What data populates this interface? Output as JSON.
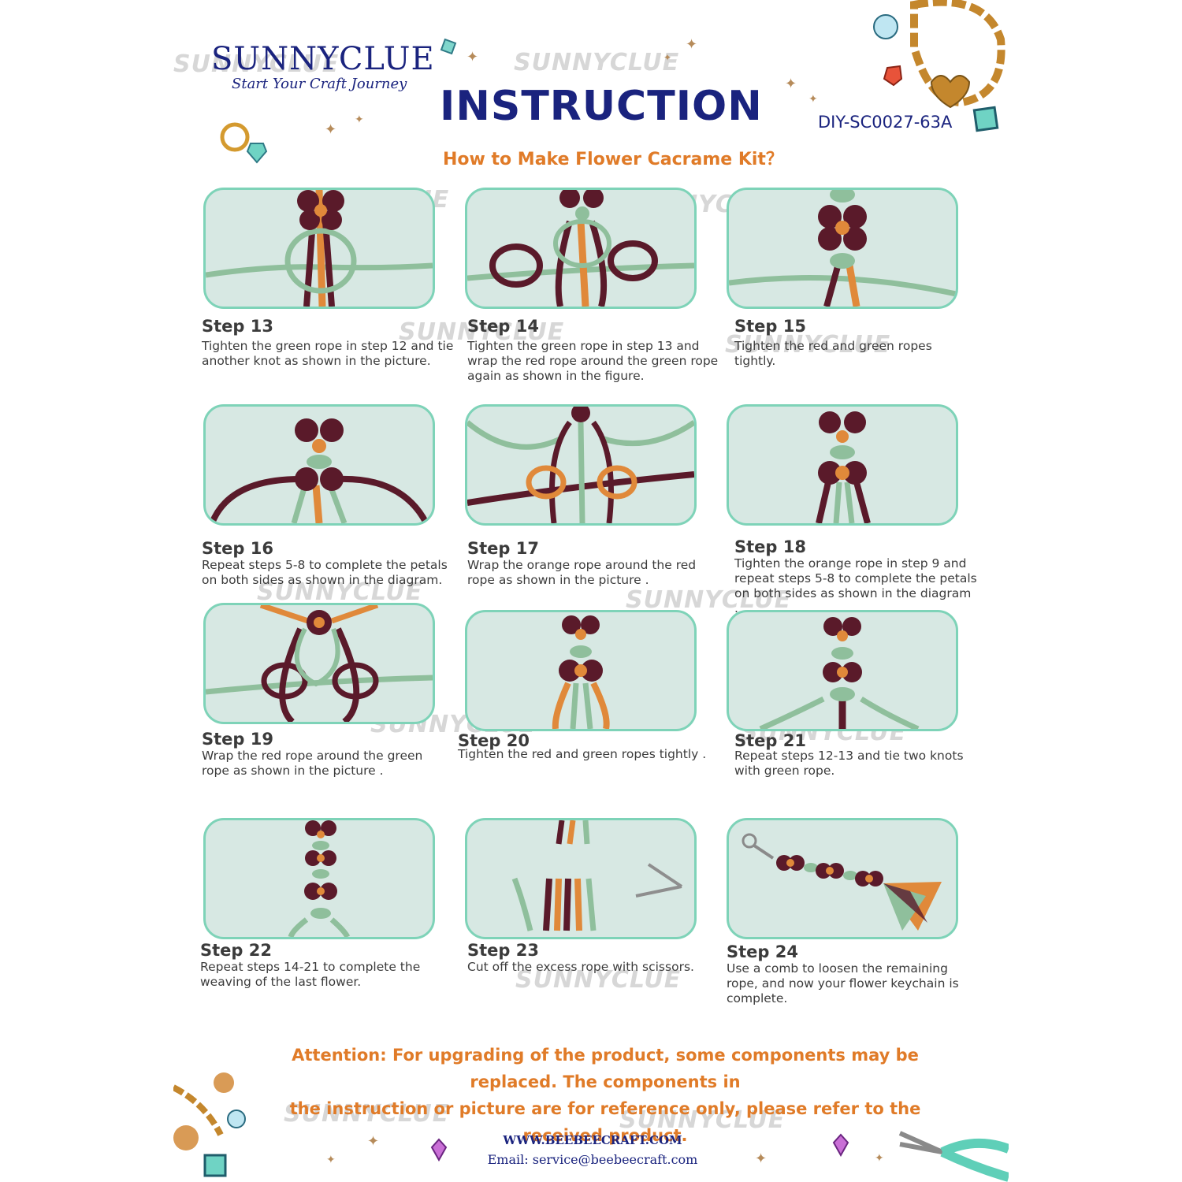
{
  "header": {
    "brand": "SUNNYCLUE",
    "tagline": "Start Your Craft Journey",
    "title": "INSTRUCTION",
    "product_code": "DIY-SC0027-63A",
    "subtitle": "How to Make Flower Cacrame Kit？"
  },
  "watermark": "SUNNYCLUE",
  "steps": [
    {
      "title": "Step 13",
      "text": " Tighten the green rope in step 12 and tie another knot as shown in the picture."
    },
    {
      "title": "Step 14",
      "text": "Tighten the green rope in step 13 and wrap the red rope around the green rope again as shown in the figure."
    },
    {
      "title": "Step 15",
      "text": "Tighten the red and green ropes tightly."
    },
    {
      "title": "Step 16",
      "text": "Repeat steps 5-8 to complete the petals on both sides as shown in the diagram."
    },
    {
      "title": "Step 17",
      "text": "Wrap the orange rope around the red rope as shown in the picture ."
    },
    {
      "title": "Step 18",
      "text": "Tighten the orange rope in step 9 and repeat steps 5-8 to complete the petals on both sides as shown in the diagram ."
    },
    {
      "title": "Step 19",
      "text": "Wrap the red rope around the green rope as shown in the picture ."
    },
    {
      "title": "Step 20",
      "text": "Tighten the red and green ropes tightly ."
    },
    {
      "title": "Step 21",
      "text": "Repeat steps 12-13 and tie two knots with green rope."
    },
    {
      "title": "Step 22",
      "text": "Repeat steps 14-21 to complete the weaving of the last flower."
    },
    {
      "title": "Step 23",
      "text": "Cut off the excess rope with scissors."
    },
    {
      "title": "Step 24",
      "text": " Use a comb to loosen the remaining rope, and now your flower keychain is complete."
    }
  ],
  "attention": {
    "line1": "Attention:  For upgrading of the product, some components may be replaced. The components in",
    "line2": "the instruction or picture are for reference only,  please refer to the received product."
  },
  "footer": {
    "website": "WWW.BEEBEECRAFT.COM",
    "email": "Email: service@beebeecraft.com"
  },
  "colors": {
    "navy": "#1a237e",
    "orange": "#e07b28",
    "mint_border": "#7ed3b8",
    "rope_green": "#8fbf9c",
    "rope_maroon": "#5a1a2a",
    "rope_orange": "#e0893a"
  },
  "decorations": [
    "bracelet-icon",
    "diamond-ring-icon",
    "gem-icon",
    "heart-charm-icon",
    "pliers-icon",
    "sparkle-icon"
  ]
}
